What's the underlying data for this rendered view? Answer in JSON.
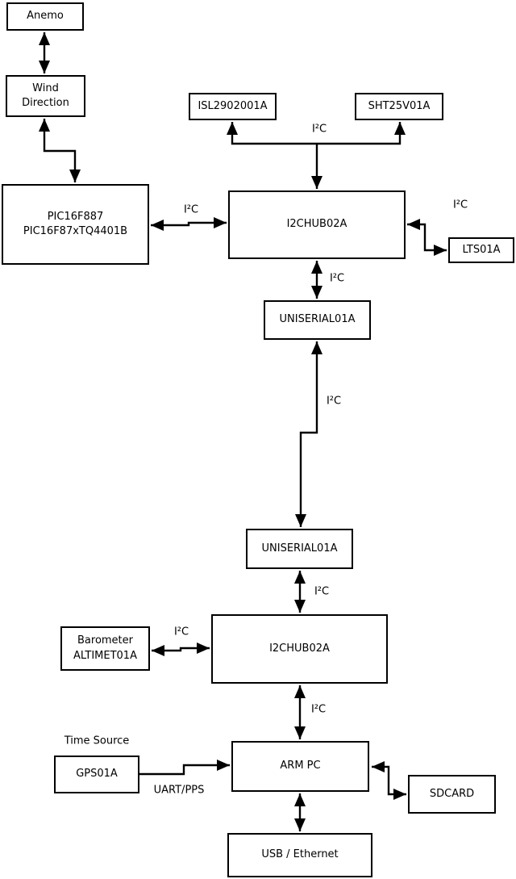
{
  "diagram": {
    "nodes": {
      "anemo": {
        "label": "Anemo"
      },
      "wind": {
        "lines": [
          "Wind",
          "Direction"
        ]
      },
      "pic": {
        "lines": [
          "PIC16F887",
          "PIC16F87xTQ4401B"
        ]
      },
      "isl": {
        "label": "ISL2902001A"
      },
      "sht": {
        "label": "SHT25V01A"
      },
      "hub1": {
        "label": "I2CHUB02A"
      },
      "lts": {
        "label": "LTS01A"
      },
      "uni1": {
        "label": "UNISERIAL01A"
      },
      "uni2": {
        "label": "UNISERIAL01A"
      },
      "baro": {
        "lines": [
          "Barometer",
          "ALTIMET01A"
        ]
      },
      "hub2": {
        "label": "I2CHUB02A"
      },
      "gps": {
        "label": "GPS01A"
      },
      "arm": {
        "label": "ARM PC"
      },
      "sdcard": {
        "label": "SDCARD"
      },
      "usb": {
        "label": "USB / Ethernet"
      }
    },
    "labels": {
      "i2c": "I²C",
      "time_source": "Time Source",
      "uart_pps": "UART/PPS"
    },
    "edges": [
      {
        "from": "anemo",
        "to": "wind",
        "bidirectional": true
      },
      {
        "from": "wind",
        "to": "pic",
        "bidirectional": true
      },
      {
        "from": "pic",
        "to": "hub1",
        "label": "I²C",
        "bidirectional": true
      },
      {
        "from": "hub1",
        "to": [
          "isl",
          "sht"
        ],
        "label": "I²C",
        "type": "bus",
        "bidirectional": true
      },
      {
        "from": "hub1",
        "to": "lts",
        "label": "I²C",
        "bidirectional": true
      },
      {
        "from": "hub1",
        "to": "uni1",
        "label": "I²C",
        "bidirectional": true
      },
      {
        "from": "uni1",
        "to": "uni2",
        "label": "I²C",
        "bidirectional": true
      },
      {
        "from": "uni2",
        "to": "hub2",
        "label": "I²C",
        "bidirectional": true
      },
      {
        "from": "baro",
        "to": "hub2",
        "label": "I²C",
        "bidirectional": true
      },
      {
        "from": "hub2",
        "to": "arm",
        "label": "I²C",
        "bidirectional": true
      },
      {
        "from": "gps",
        "to": "arm",
        "label": "UART/PPS",
        "bidirectional": false
      },
      {
        "from": "arm",
        "to": "sdcard",
        "bidirectional": true
      },
      {
        "from": "arm",
        "to": "usb",
        "bidirectional": true
      }
    ],
    "colors": {
      "line": "#000000",
      "box_background": "#ffffff",
      "page_background": "#ffffff"
    }
  }
}
